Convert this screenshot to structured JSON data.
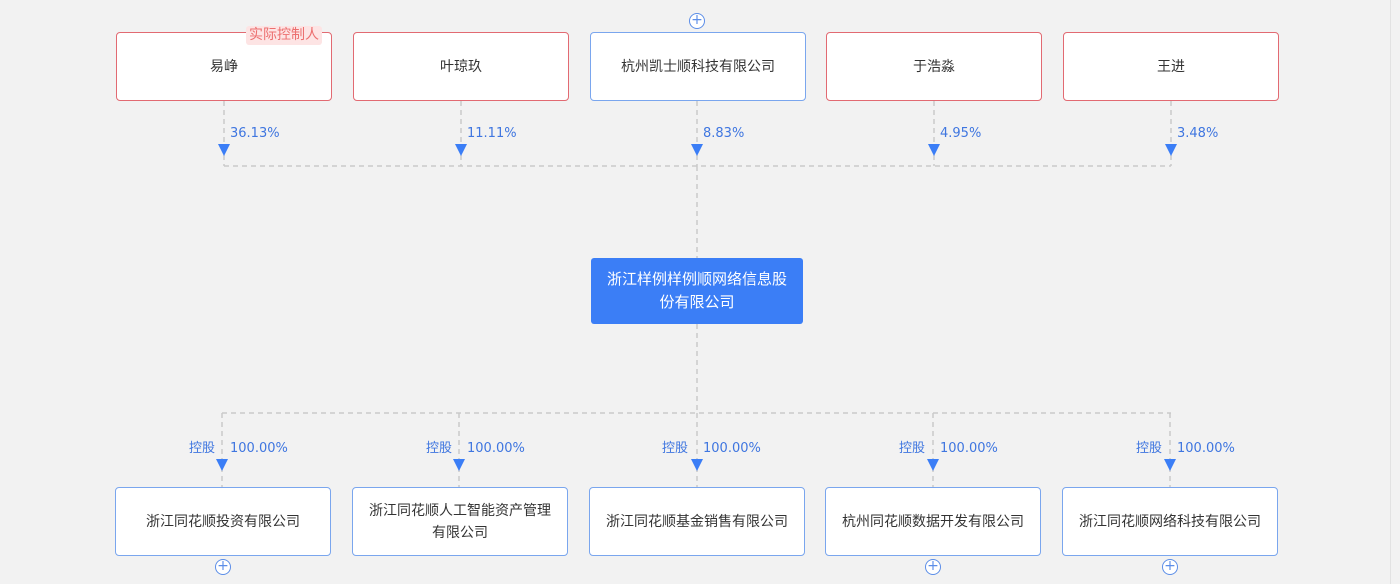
{
  "shareholders": [
    {
      "name": "易峥",
      "percent": "36.13%",
      "tag": "实际控制人"
    },
    {
      "name": "叶琼玖",
      "percent": "11.11%"
    },
    {
      "name": "杭州凯士顺科技有限公司",
      "percent": "8.83%"
    },
    {
      "name": "于浩淼",
      "percent": "4.95%"
    },
    {
      "name": "王进",
      "percent": "3.48%"
    }
  ],
  "center": {
    "name": "浙江样例样例顺网络信息股份有限公司"
  },
  "subsidiaries": [
    {
      "name": "浙江同花顺投资有限公司",
      "relation": "控股",
      "percent": "100.00%"
    },
    {
      "name": "浙江同花顺人工智能资产管理有限公司",
      "relation": "控股",
      "percent": "100.00%"
    },
    {
      "name": "浙江同花顺基金销售有限公司",
      "relation": "控股",
      "percent": "100.00%"
    },
    {
      "name": "杭州同花顺数据开发有限公司",
      "relation": "控股",
      "percent": "100.00%"
    },
    {
      "name": "浙江同花顺网络科技有限公司",
      "relation": "控股",
      "percent": "100.00%"
    }
  ],
  "expand_symbol": "+",
  "colors": {
    "center_bg": "#3b7ef6",
    "person_border": "#e26a72",
    "company_border": "#7aa6ee",
    "percent_text": "#3f76e0",
    "tag_text": "#ec6f6f",
    "tag_bg": "#fde4e4"
  }
}
